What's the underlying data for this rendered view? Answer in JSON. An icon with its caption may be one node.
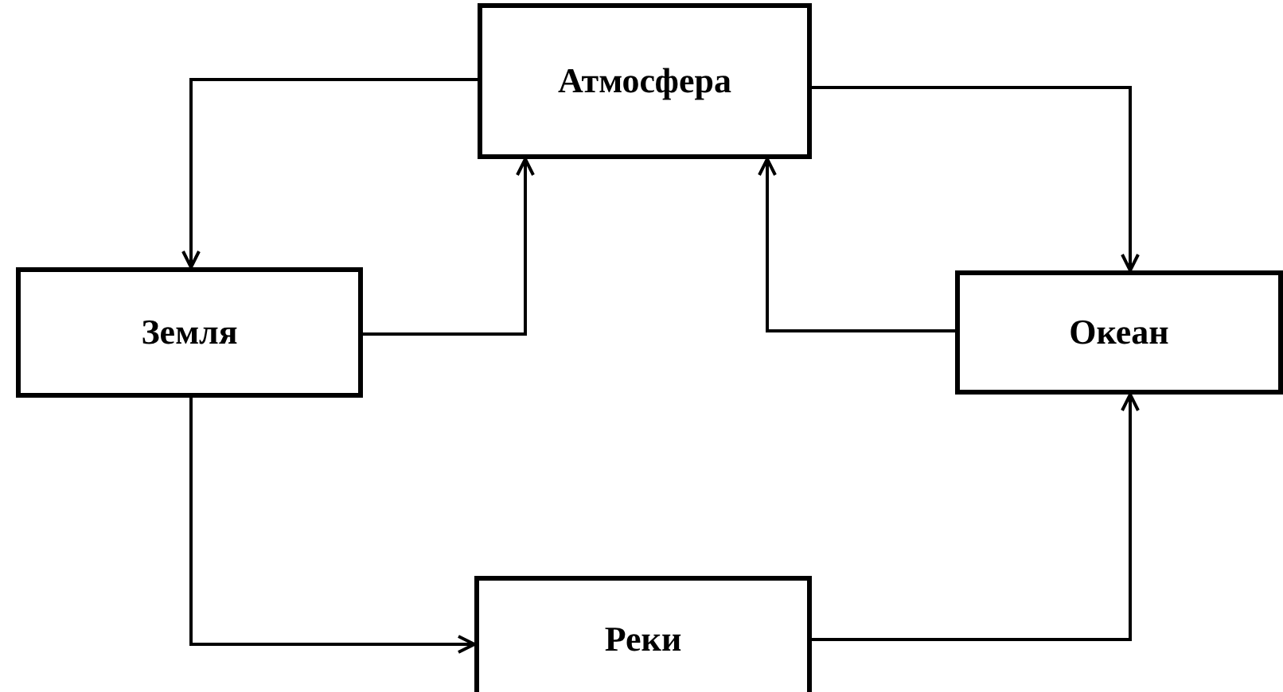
{
  "diagram": {
    "nodes": [
      {
        "text": [
          "Атмосфера"
        ]
      },
      {
        "text": [
          "Земля"
        ]
      },
      {
        "text": [
          "Океан"
        ]
      },
      {
        "text": [
          "Реки"
        ]
      }
    ],
    "edges": [
      {
        "from": 0,
        "to": 1,
        "arrow": "to"
      },
      {
        "from": 1,
        "to": 0,
        "arrow": "to"
      },
      {
        "from": 0,
        "to": 2,
        "arrow": "to"
      },
      {
        "from": 2,
        "to": 0,
        "arrow": "to"
      },
      {
        "from": 1,
        "to": 3,
        "arrow": "to"
      },
      {
        "from": 3,
        "to": 2,
        "arrow": "to"
      }
    ]
  }
}
